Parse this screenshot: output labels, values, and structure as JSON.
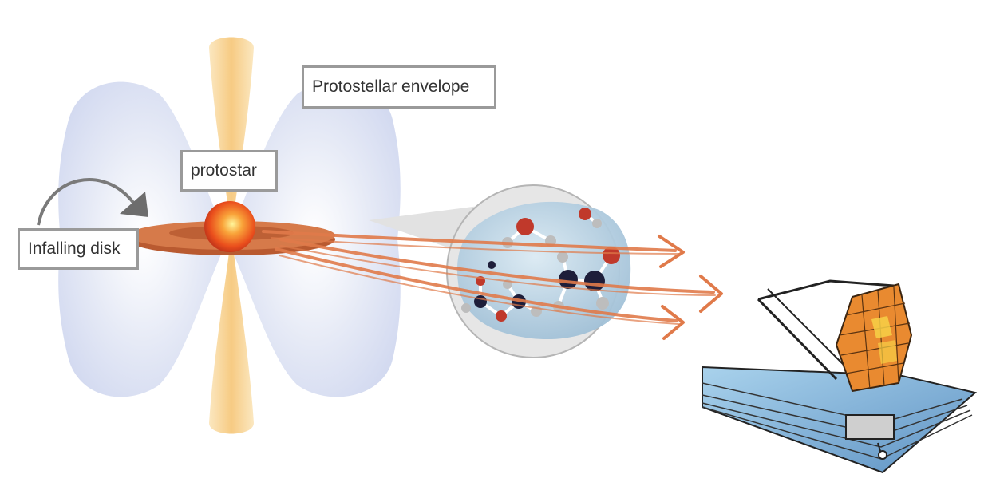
{
  "labels": {
    "envelope": "Protostellar envelope",
    "protostar": "protostar",
    "disk": "Infalling disk"
  },
  "colors": {
    "envelope": "#dfe4f4",
    "jet": "#f8d89c",
    "disk": "#cc6a3c",
    "star": "#f2632a",
    "arrow": "#e07a4a",
    "ice": "#bcd6e6",
    "label_border": "#9a9a9a"
  },
  "icons": [
    "curved-arrow-icon",
    "telescope-icon",
    "molecule-icon"
  ]
}
